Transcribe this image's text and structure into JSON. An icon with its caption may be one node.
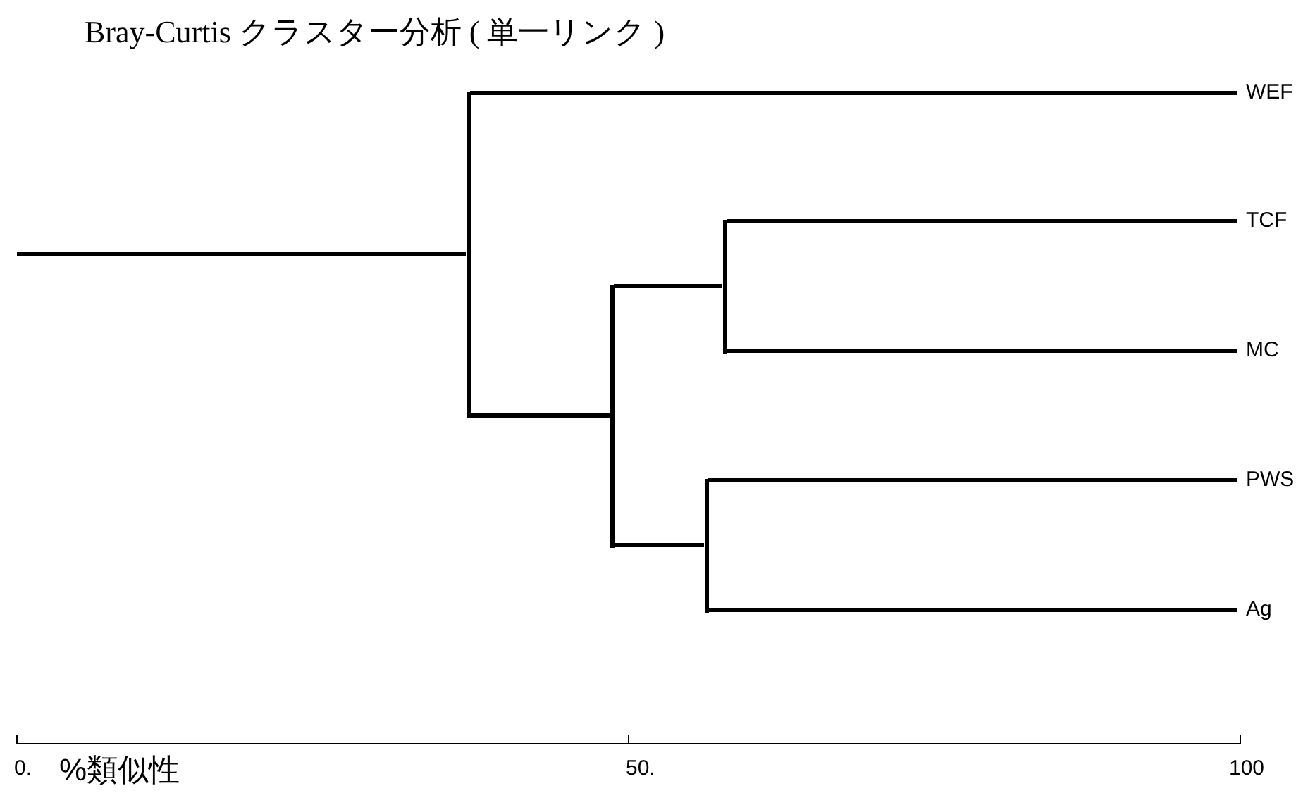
{
  "diagram": {
    "title": "Bray-Curtis クラスター分析 ( 単一リンク )",
    "nodes": [
      {
        "text": [
          "WEF"
        ]
      },
      {
        "text": [
          "TCF"
        ]
      },
      {
        "text": [
          "MC"
        ]
      },
      {
        "text": [
          "PWS"
        ]
      },
      {
        "text": [
          "Ag"
        ]
      },
      {
        "text": [],
        "shape": "bar"
      },
      {
        "text": [],
        "shape": "bar"
      },
      {
        "text": [],
        "shape": "bar"
      },
      {
        "text": [],
        "shape": "bar"
      }
    ],
    "edges": [
      {
        "from": null,
        "to": 8,
        "arrow": "none"
      },
      {
        "from": 8,
        "to": 0,
        "arrow": "none"
      },
      {
        "from": 8,
        "to": 7,
        "arrow": "none"
      },
      {
        "from": 7,
        "to": 5,
        "arrow": "none"
      },
      {
        "from": 7,
        "to": 6,
        "arrow": "none"
      },
      {
        "from": 5,
        "to": 1,
        "arrow": "none"
      },
      {
        "from": 5,
        "to": 2,
        "arrow": "none"
      },
      {
        "from": 6,
        "to": 3,
        "arrow": "none"
      },
      {
        "from": 6,
        "to": 4,
        "arrow": "none"
      }
    ],
    "labels": [
      "0.",
      "%類似性",
      "50.",
      "100"
    ]
  }
}
